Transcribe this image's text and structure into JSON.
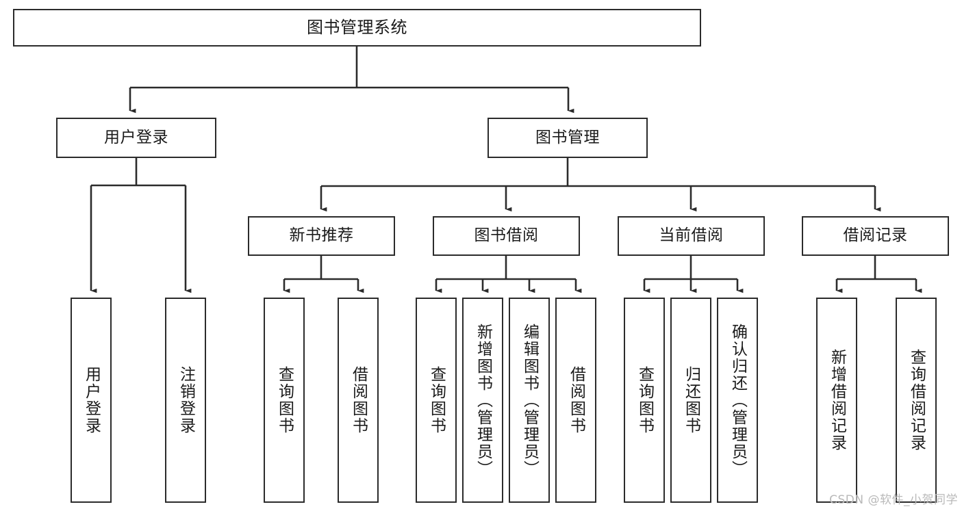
{
  "diagram": {
    "title": "图书管理系统",
    "type": "tree",
    "orientation": "top-down",
    "colors": {
      "node_border": "#2b2b2b",
      "node_fill": "#ffffff",
      "edge": "#2b2b2b",
      "text": "#1a1a1a",
      "watermark": "#b9b9b9",
      "background": "#ffffff"
    },
    "watermark": "CSDN @软件_小贺同学",
    "nodes": {
      "root": {
        "label": "图书管理系统"
      },
      "level1": [
        {
          "id": "user-login",
          "label": "用户登录"
        },
        {
          "id": "book-manage",
          "label": "图书管理"
        }
      ],
      "level2": [
        {
          "id": "new-book-recommend",
          "label": "新书推荐",
          "parent": "book-manage"
        },
        {
          "id": "book-borrow",
          "label": "图书借阅",
          "parent": "book-manage"
        },
        {
          "id": "current-borrow",
          "label": "当前借阅",
          "parent": "book-manage"
        },
        {
          "id": "borrow-record",
          "label": "借阅记录",
          "parent": "book-manage"
        }
      ],
      "leaves": [
        {
          "id": "leaf-user-login",
          "label": "用户登录",
          "parent": "user-login"
        },
        {
          "id": "leaf-logout",
          "label": "注销登录",
          "parent": "user-login"
        },
        {
          "id": "leaf-query-book-1",
          "label": "查询图书",
          "parent": "new-book-recommend"
        },
        {
          "id": "leaf-borrow-book-1",
          "label": "借阅图书",
          "parent": "new-book-recommend"
        },
        {
          "id": "leaf-query-book-2",
          "label": "查询图书",
          "parent": "book-borrow"
        },
        {
          "id": "leaf-add-book",
          "label": "新增图书（管理员）",
          "parent": "book-borrow"
        },
        {
          "id": "leaf-edit-book",
          "label": "编辑图书（管理员）",
          "parent": "book-borrow"
        },
        {
          "id": "leaf-borrow-book-2",
          "label": "借阅图书",
          "parent": "book-borrow"
        },
        {
          "id": "leaf-query-book-3",
          "label": "查询图书",
          "parent": "current-borrow"
        },
        {
          "id": "leaf-return-book",
          "label": "归还图书",
          "parent": "current-borrow"
        },
        {
          "id": "leaf-confirm-return",
          "label": "确认归还（管理员）",
          "parent": "current-borrow"
        },
        {
          "id": "leaf-add-record",
          "label": "新增借阅记录",
          "parent": "borrow-record"
        },
        {
          "id": "leaf-query-record",
          "label": "查询借阅记录",
          "parent": "borrow-record"
        }
      ]
    }
  }
}
